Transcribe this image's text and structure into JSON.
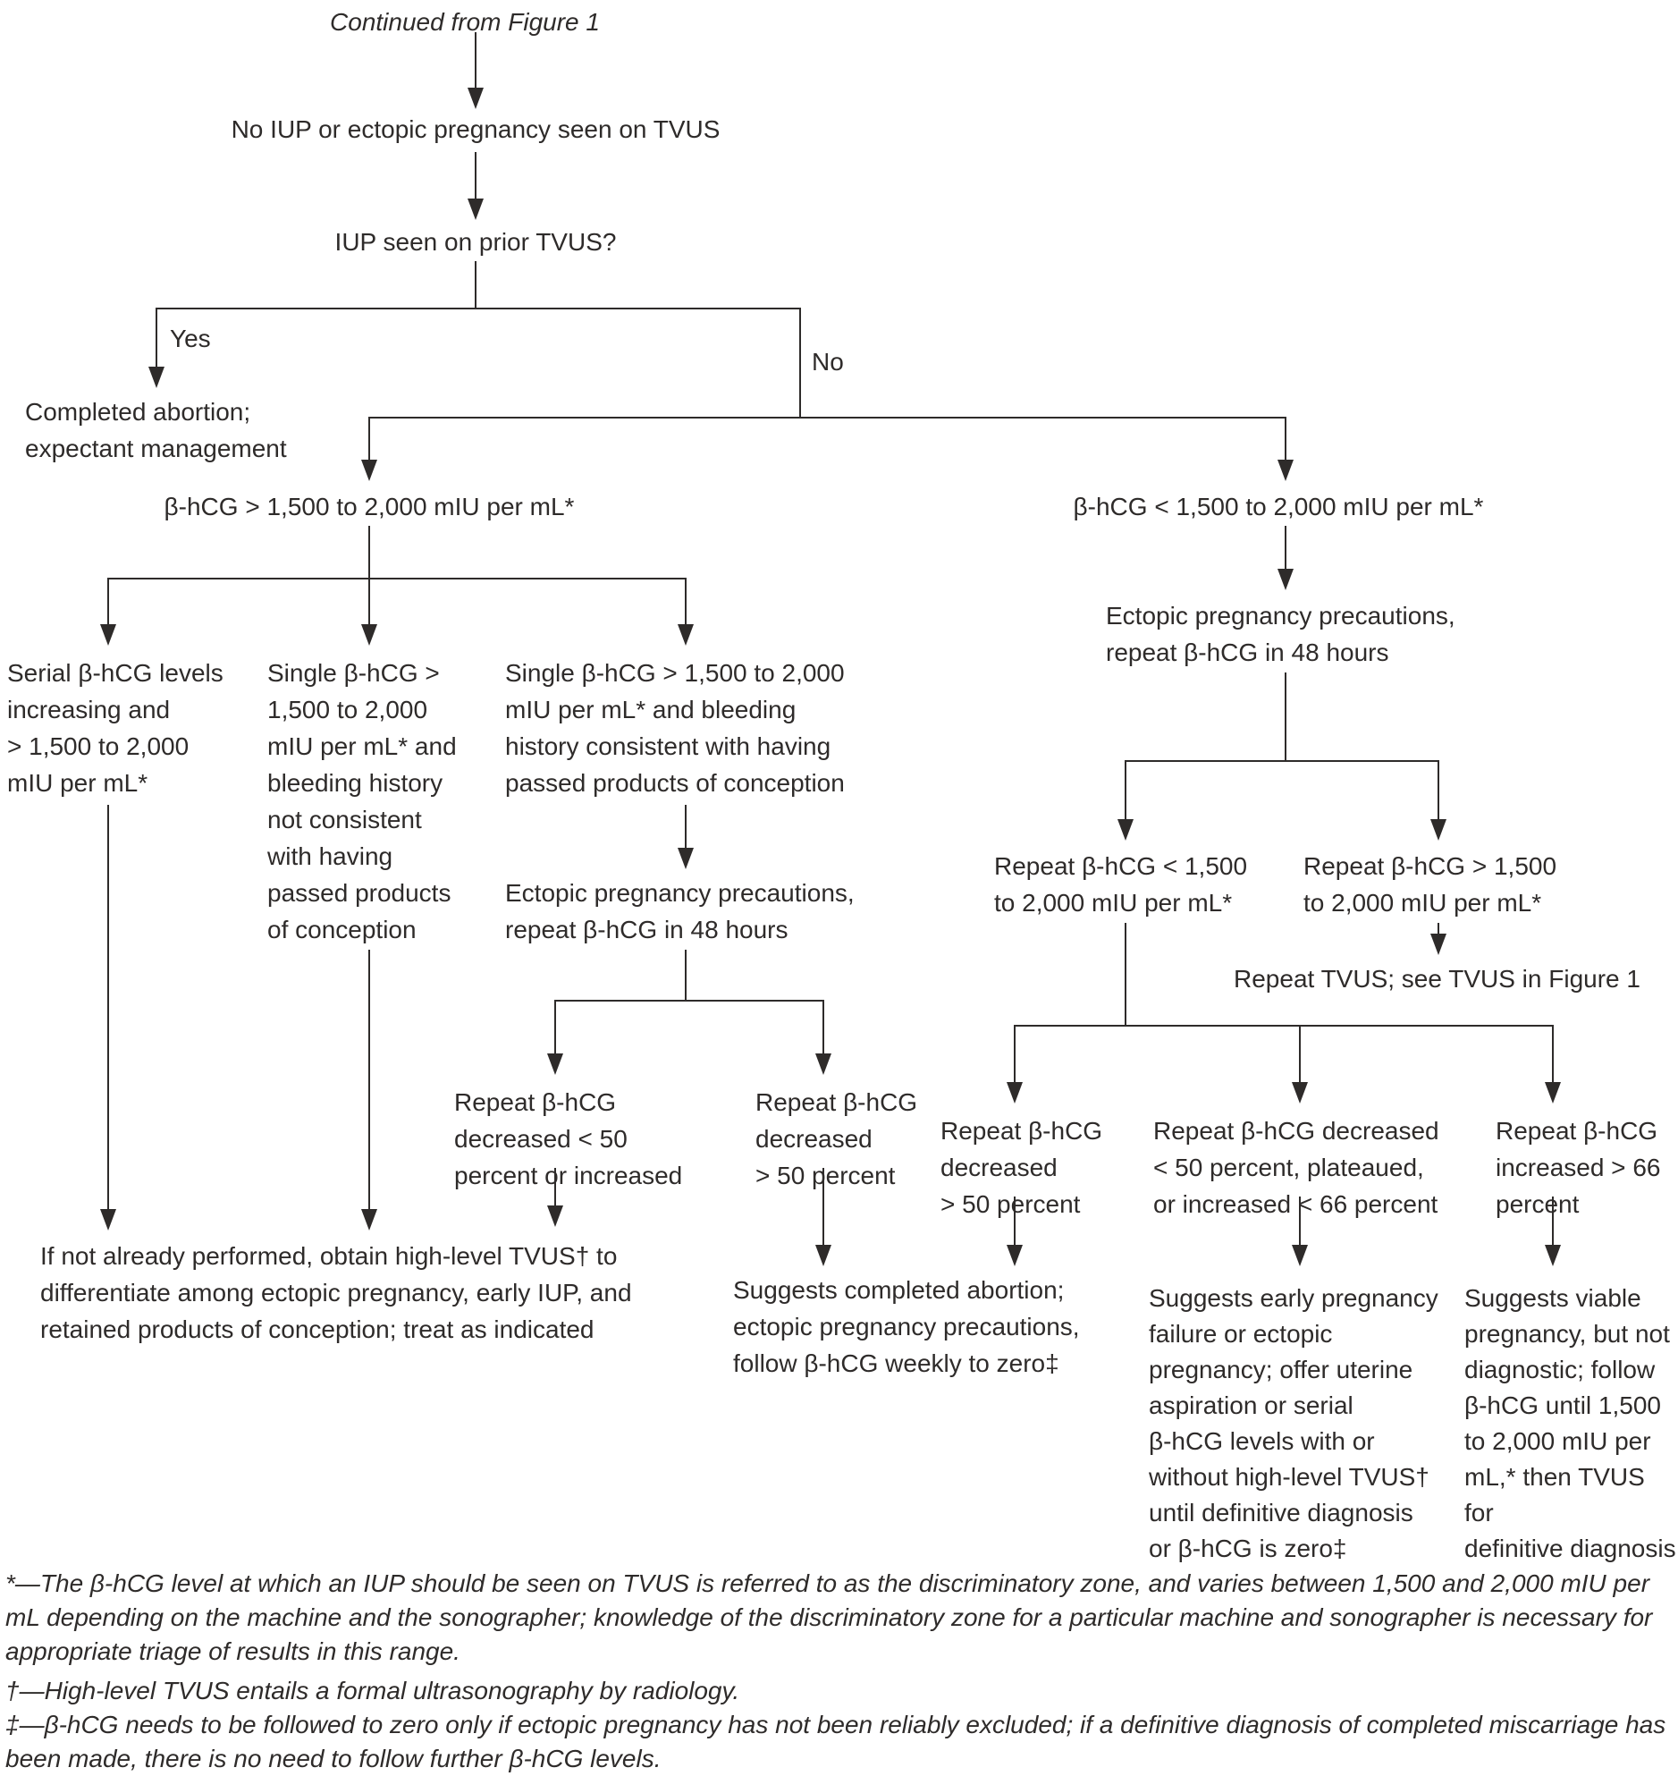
{
  "figure": {
    "title": "Continued from Figure 1",
    "text_color": "#2e2b2a",
    "background_color": "#ffffff"
  },
  "labels": {
    "yes": "Yes",
    "no": "No"
  },
  "nodes": {
    "no_iup_on_tvus": "No IUP or ectopic pregnancy seen on TVUS",
    "iup_prior_question": "IUP seen on prior TVUS?",
    "completed_abortion": "Completed abortion;\nexpectant management",
    "hcg_above_zone": "β-hCG > 1,500 to 2,000 mIU per mL*",
    "hcg_below_zone": "β-hCG < 1,500 to 2,000 mIU per mL*",
    "serial_increasing": "Serial β-hCG levels\nincreasing and\n> 1,500 to 2,000\nmIU per mL*",
    "single_not_consistent": "Single β-hCG >\n1,500 to 2,000\nmIU per mL* and\nbleeding history\nnot consistent\nwith having\npassed products\nof conception",
    "single_consistent": "Single β-hCG > 1,500 to 2,000\nmIU per mL* and bleeding\nhistory consistent with having\npassed products of conception",
    "ectopic_precautions_left": "Ectopic pregnancy precautions,\nrepeat β-hCG in 48 hours",
    "repeat_decreased_lt50_or_increased": "Repeat β-hCG\ndecreased < 50\npercent or increased",
    "repeat_decreased_gt50_left": "Repeat β-hCG\ndecreased\n> 50 percent",
    "ectopic_precautions_right": "Ectopic pregnancy precautions,\nrepeat β-hCG in 48 hours",
    "repeat_below_zone": "Repeat β-hCG < 1,500\nto 2,000 mIU per mL*",
    "repeat_above_zone": "Repeat β-hCG > 1,500\nto 2,000 mIU per mL*",
    "repeat_tvus": "Repeat TVUS; see TVUS in Figure 1",
    "repeat_decreased_gt50_right": "Repeat β-hCG\ndecreased\n> 50 percent",
    "repeat_decreased_lt50_plateaued": "Repeat β-hCG decreased\n< 50 percent, plateaued,\nor increased < 66 percent",
    "repeat_increased_gt66": "Repeat β-hCG\nincreased > 66\npercent"
  },
  "outcomes": {
    "obtain_high_level_tvus": "If not already performed, obtain high-level TVUS† to\ndifferentiate among ectopic pregnancy, early IUP, and\nretained products of conception; treat as indicated",
    "completed_abortion": "Suggests completed abortion;\nectopic pregnancy precautions,\nfollow β-hCG weekly to zero‡",
    "early_pregnancy_failure": "Suggests early pregnancy\nfailure or ectopic\npregnancy; offer uterine\naspiration or serial\nβ-hCG levels with or\nwithout high-level TVUS†\nuntil definitive diagnosis\nor β-hCG is zero‡",
    "viable_pregnancy": "Suggests viable\npregnancy, but not\ndiagnostic; follow\nβ-hCG until 1,500\nto 2,000 mIU per\nmL,* then TVUS for\ndefinitive diagnosis"
  },
  "footnotes": {
    "discriminatory_zone": "*—The β-hCG level at which an IUP should be seen on TVUS is referred to as the discriminatory zone, and varies between 1,500 and 2,000 mIU per mL depending on the machine and the sonographer; knowledge of the discriminatory zone for a particular machine and sonographer is necessary for appropriate triage of results in this range.",
    "high_level_tvus": "†—High-level TVUS entails a formal ultrasonography by radiology.",
    "follow_to_zero": "‡—β-hCG needs to be followed to zero only if ectopic pregnancy has not been reliably excluded; if a definitive diagnosis of completed miscarriage has been made, there is no need to follow further β-hCG levels."
  }
}
